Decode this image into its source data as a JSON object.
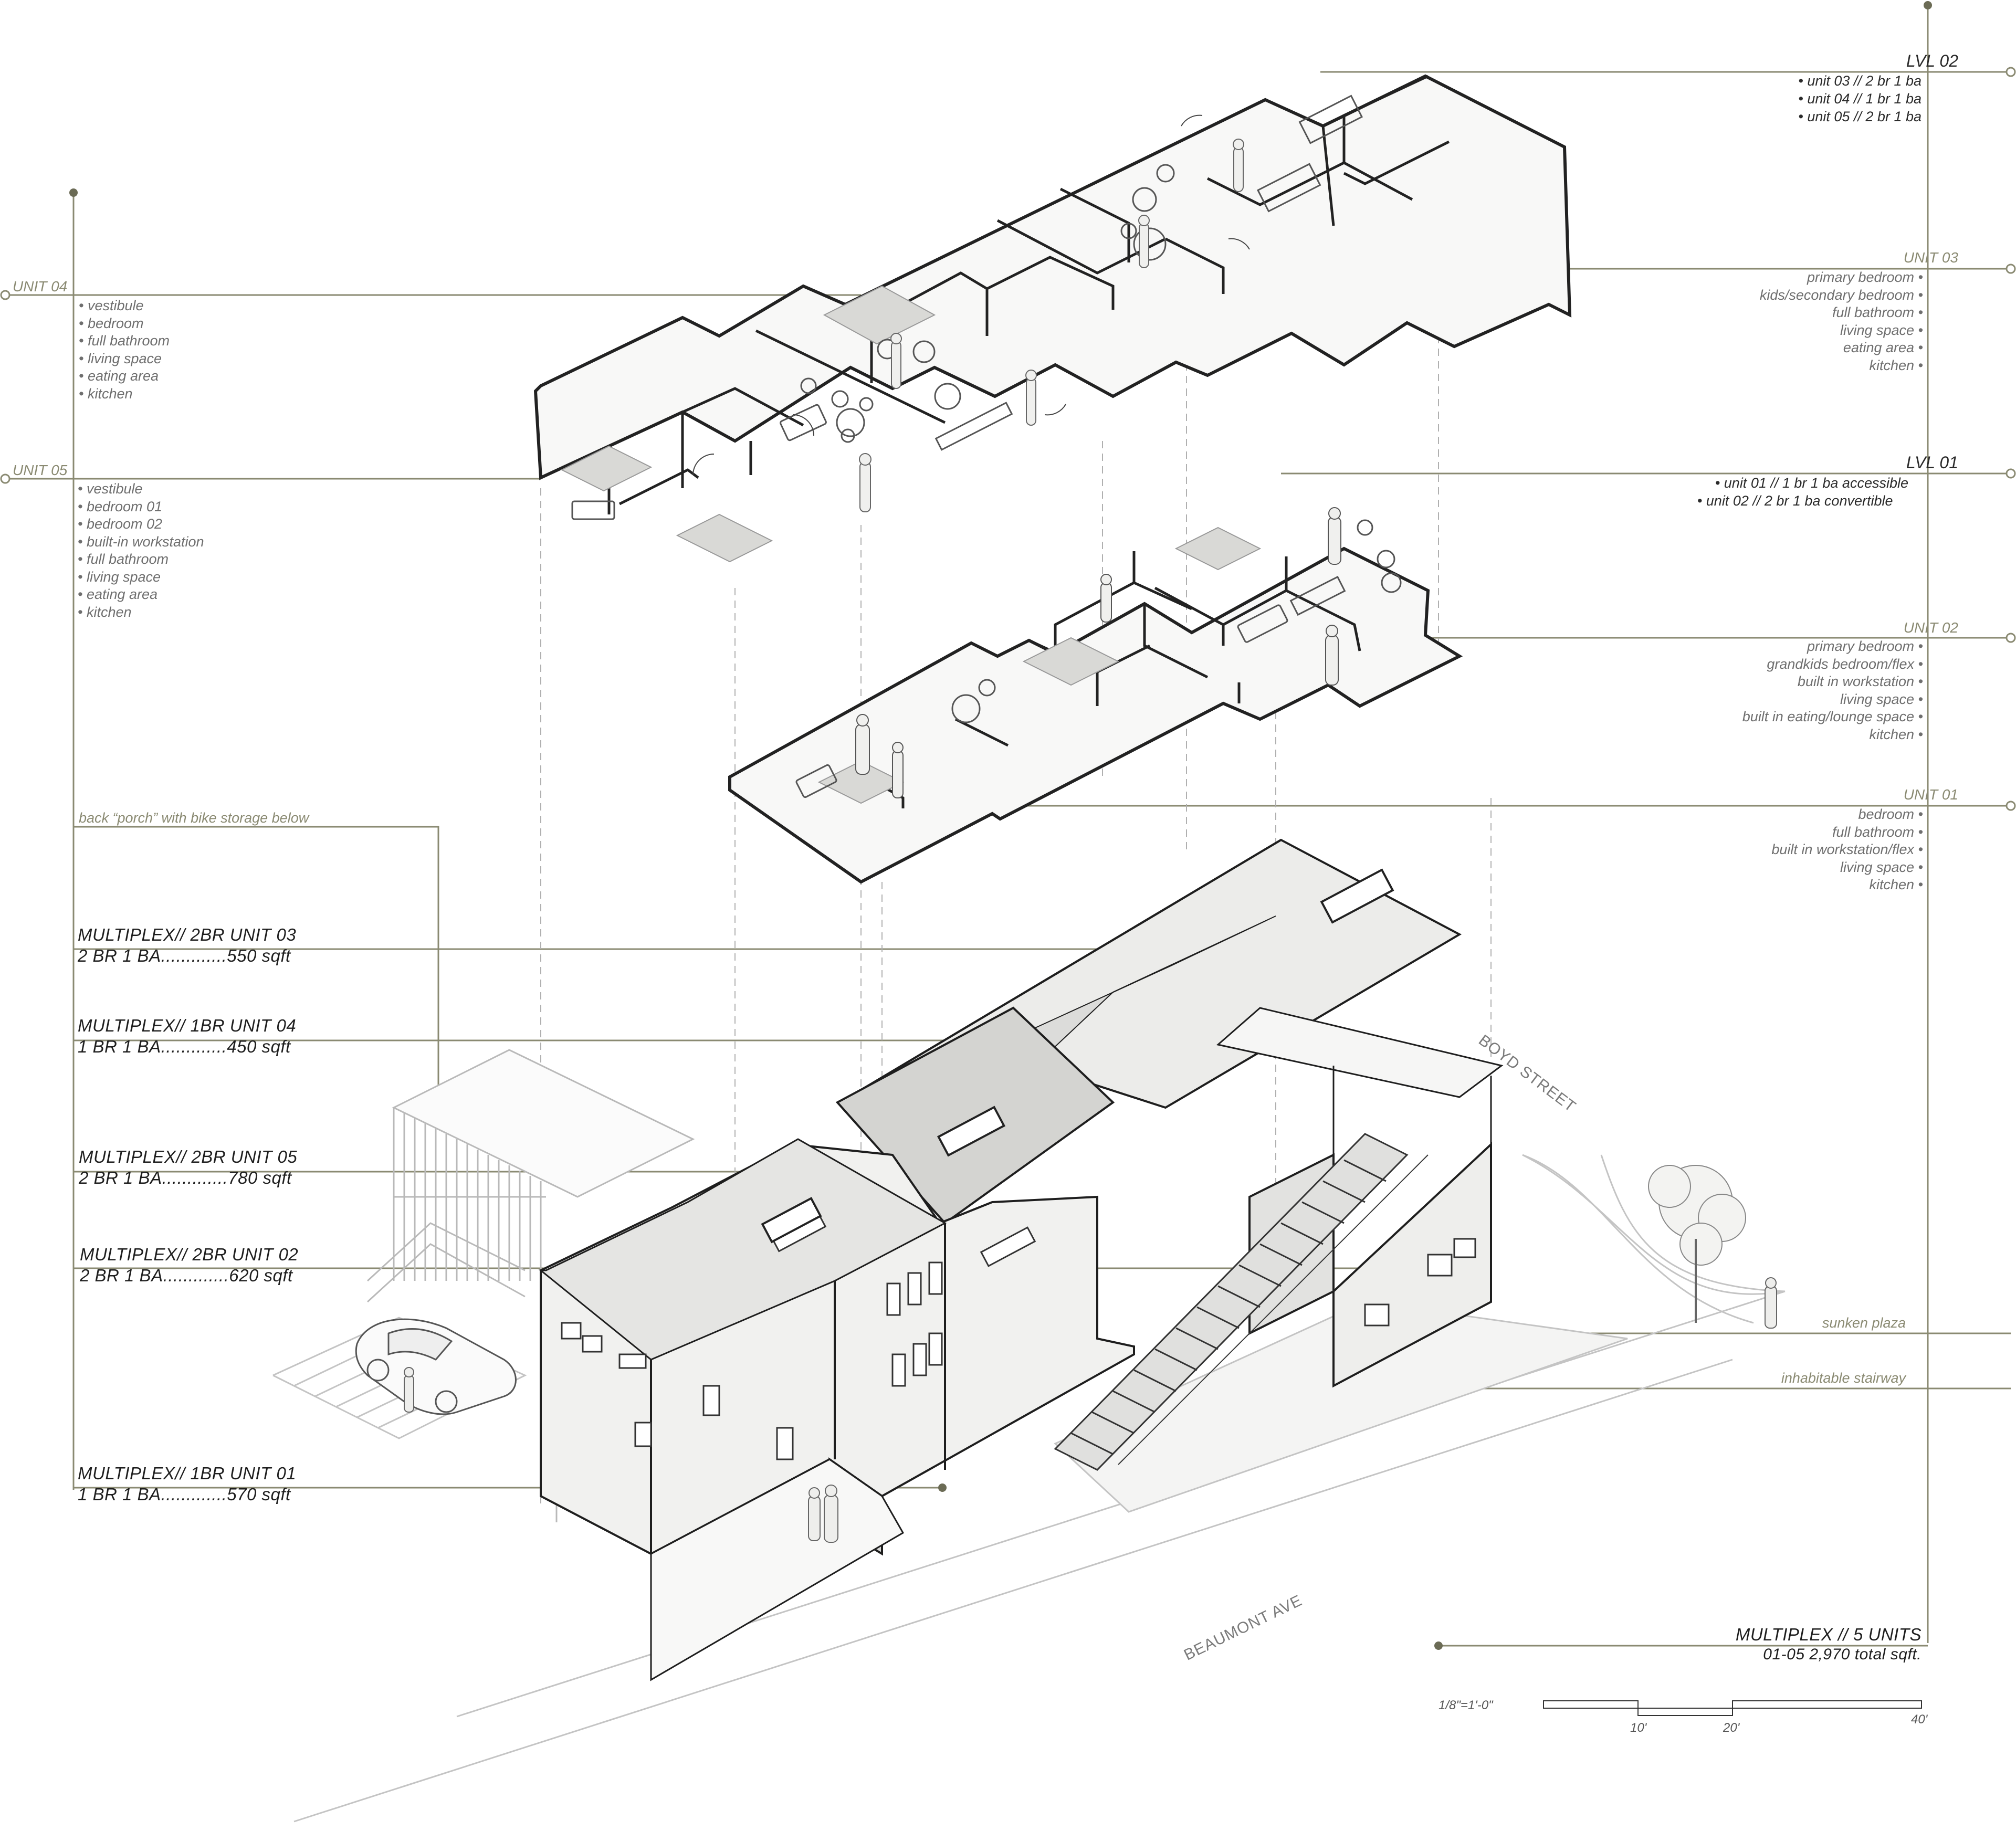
{
  "levels": {
    "lvl02": {
      "title": "LVL 02",
      "units": [
        "unit 03 // 2 br 1 ba",
        "unit 04 // 1 br 1 ba",
        "unit 05 // 2 br 1 ba"
      ]
    },
    "lvl01": {
      "title": "LVL 01",
      "units": [
        "unit 01 // 1 br 1 ba accessible",
        "unit 02 // 2 br 1 ba convertible"
      ]
    }
  },
  "unit03": {
    "label": "UNIT 03",
    "rooms": [
      "primary bedroom",
      "kids/secondary bedroom",
      "full bathroom",
      "living space",
      "eating area",
      "kitchen"
    ]
  },
  "unit02": {
    "label": "UNIT 02",
    "rooms": [
      "primary bedroom",
      "grandkids bedroom/flex",
      "built in workstation",
      "living space",
      "built in eating/lounge space",
      "kitchen"
    ]
  },
  "unit01": {
    "label": "UNIT 01",
    "rooms": [
      "bedroom",
      "full bathroom",
      "built in workstation/flex",
      "living space",
      "kitchen"
    ]
  },
  "unit04": {
    "label": "UNIT 04",
    "rooms": [
      "vestibule",
      "bedroom",
      "full bathroom",
      "living space",
      "eating area",
      "kitchen"
    ]
  },
  "unit05": {
    "label": "UNIT 05",
    "rooms": [
      "vestibule",
      "bedroom 01",
      "bedroom 02",
      "built-in workstation",
      "full bathroom",
      "living space",
      "eating area",
      "kitchen"
    ]
  },
  "callouts": {
    "porch": "back “porch” with bike storage below",
    "sunken_plaza": "sunken plaza",
    "stairway": "inhabitable stairway"
  },
  "multiplex": [
    {
      "title": "MULTIPLEX// 2BR UNIT 03",
      "size": "2 BR 1 BA.............550 sqft"
    },
    {
      "title": "MULTIPLEX// 1BR UNIT 04",
      "size": "1 BR 1 BA.............450 sqft"
    },
    {
      "title": "MULTIPLEX// 2BR UNIT 05",
      "size": "2 BR 1 BA.............780 sqft"
    },
    {
      "title": "MULTIPLEX// 2BR UNIT 02",
      "size": "2 BR 1 BA.............620 sqft"
    },
    {
      "title": "MULTIPLEX// 1BR UNIT 01",
      "size": "1 BR 1 BA.............570 sqft"
    }
  ],
  "streets": {
    "boyd": "BOYD STREET",
    "beaumont": "BEAUMONT AVE"
  },
  "summary": {
    "title": "MULTIPLEX // 5 UNITS",
    "total": "01-05 2,970 total sqft."
  },
  "scale": {
    "ratio": "1/8\"=1'-0\"",
    "ticks": [
      "10'",
      "20'",
      "40'"
    ]
  },
  "colors": {
    "leader": "#8a8a72",
    "wall": "#222222",
    "roof_fill": "#e9e9e7",
    "shade": "#d7d7d4",
    "faint": "#c4c4c4"
  }
}
